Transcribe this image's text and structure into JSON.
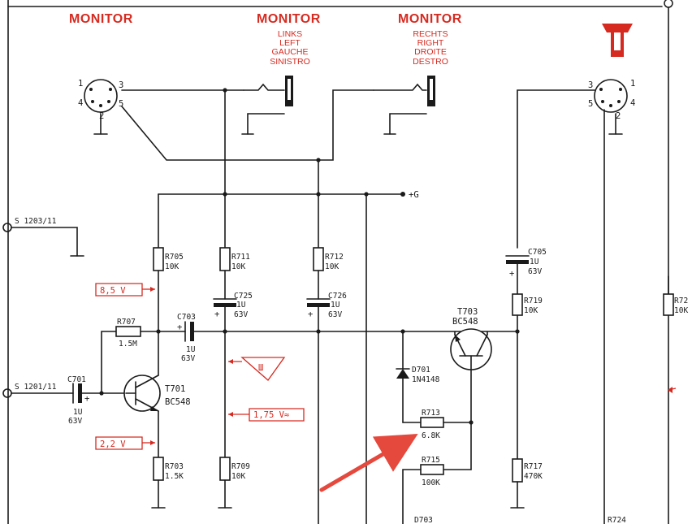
{
  "monitor_labels": [
    "MONITOR",
    "MONITOR",
    "MONITOR"
  ],
  "left_channel": [
    "LINKS",
    "LEFT",
    "GAUCHE",
    "SINISTRO"
  ],
  "right_channel": [
    "RECHTS",
    "RIGHT",
    "DROITE",
    "DESTRO"
  ],
  "din_left_pins": [
    "1",
    "3",
    "4",
    "5",
    "2"
  ],
  "din_right_pins": [
    "3",
    "1",
    "5",
    "4",
    "2"
  ],
  "supply_label": "+G",
  "switch_labels": [
    "S 1203/11",
    "S 1201/11"
  ],
  "components": {
    "r705": [
      "R705",
      "10K"
    ],
    "r711": [
      "R711",
      "10K"
    ],
    "r712": [
      "R712",
      "10K"
    ],
    "r707": [
      "R707",
      "1.5M"
    ],
    "r703": [
      "R703",
      "1.5K"
    ],
    "r709": [
      "R709",
      "10K"
    ],
    "r713": [
      "R713",
      "6.8K"
    ],
    "r715": [
      "R715",
      "100K"
    ],
    "r717": [
      "R717",
      "470K"
    ],
    "r719": [
      "R719",
      "10K"
    ],
    "r72x": [
      "R72",
      "10K"
    ],
    "r724": "R724",
    "c701": [
      "C701",
      "1U",
      "63V"
    ],
    "c703": [
      "C703",
      "1U",
      "63V"
    ],
    "c725": [
      "C725",
      "1U",
      "63V"
    ],
    "c726": [
      "C726",
      "1U",
      "63V"
    ],
    "c705": [
      "C705",
      "1U",
      "63V"
    ],
    "t701": [
      "T701",
      "BC548"
    ],
    "t703": [
      "T703",
      "BC548"
    ],
    "d701": [
      "D701",
      "1N4148"
    ],
    "d703": "D703"
  },
  "voltages": [
    "8,5 V",
    "2,2 V",
    "1,75 V≈"
  ],
  "signal_marker": "Ш",
  "accent_color": "#d62a20",
  "arrow_color": "#e5483d"
}
